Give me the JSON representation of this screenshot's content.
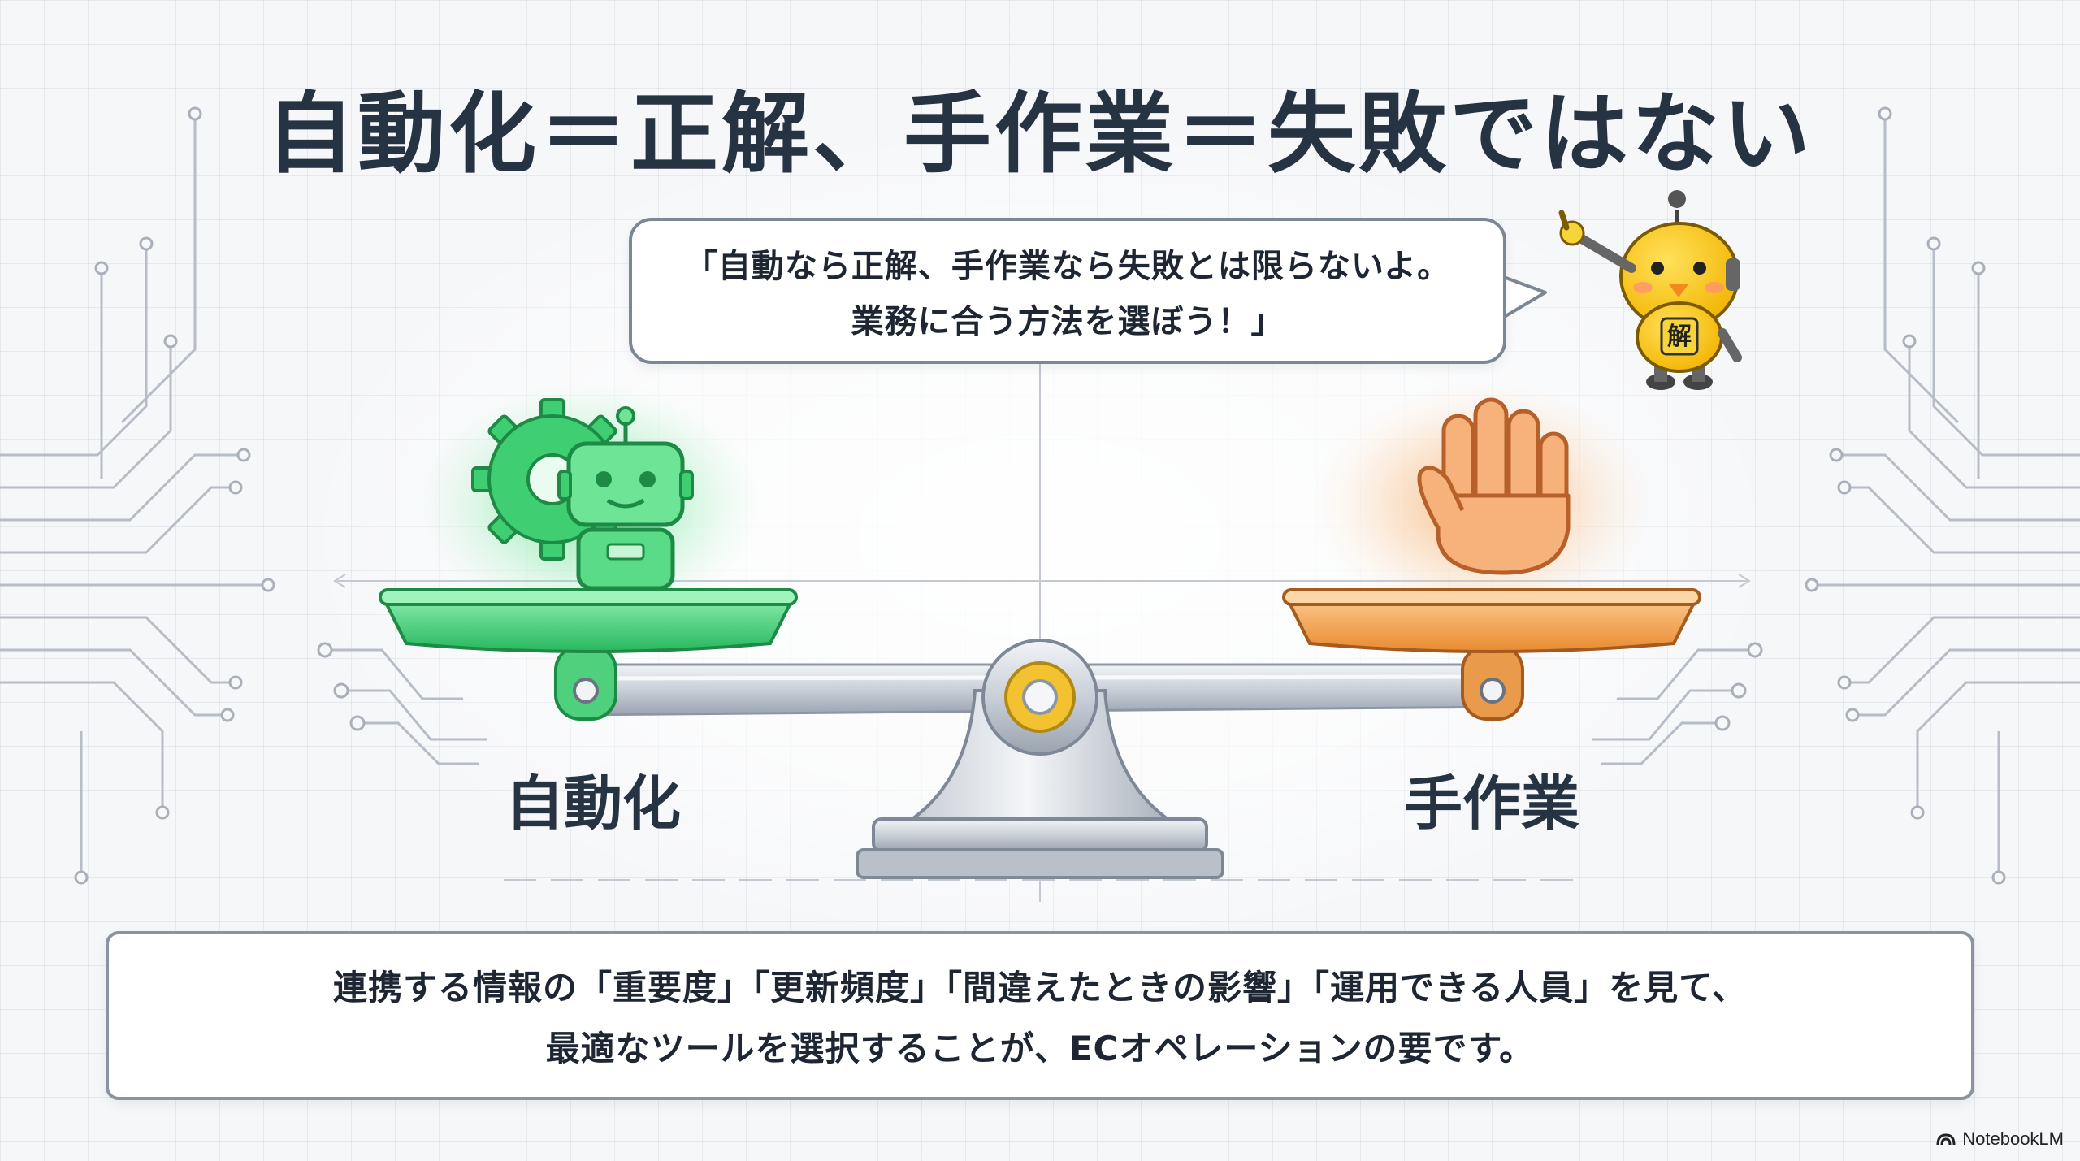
{
  "title": "自動化＝正解、手作業＝失敗ではない",
  "speech_bubble": {
    "line1": "「自動なら正解、手作業なら失敗とは限らないよ。",
    "line2": "業務に合う方法を選ぼう！」"
  },
  "mascot": {
    "badge_text": "解",
    "icon": "chick-robot-mascot-icon"
  },
  "scale": {
    "left_label": "自動化",
    "right_label": "手作業",
    "left_icon": "gear-robot-icon",
    "right_icon": "raised-hand-icon"
  },
  "summary": {
    "line1": "連携する情報の「重要度」「更新頻度」「間違えたときの影響」「運用できる人員」を見て、",
    "line2": "最適なツールを選択することが、ECオペレーションの要です。"
  },
  "watermark": "NotebookLM",
  "colors": {
    "automation": "#3fcf72",
    "manual": "#f2a04a",
    "pivot": "#f2c230",
    "title": "#263342"
  }
}
